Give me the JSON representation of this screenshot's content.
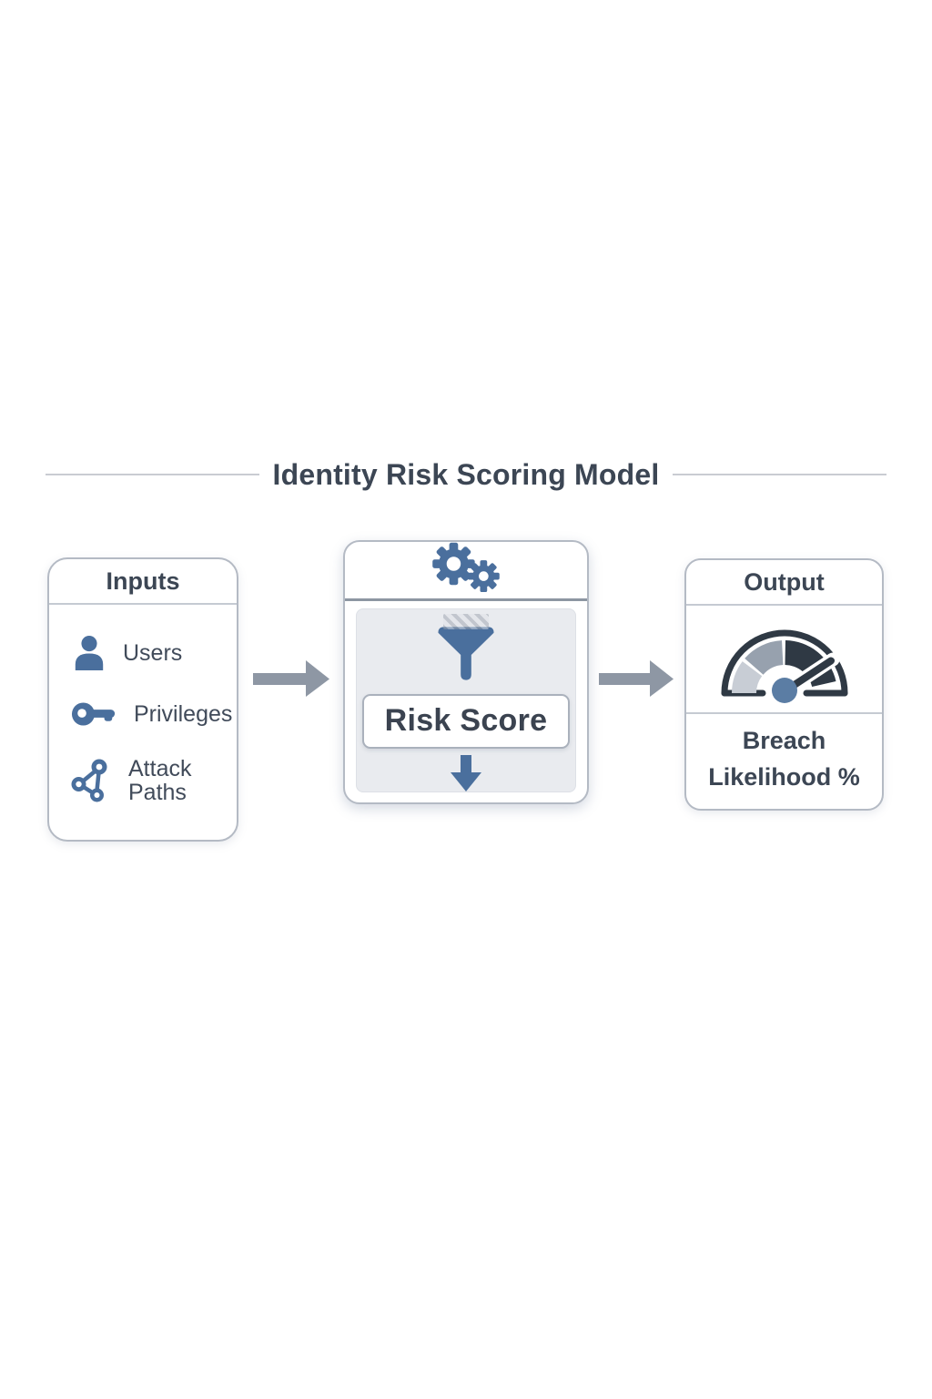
{
  "title": "Identity Risk Scoring Model",
  "colors": {
    "accent": "#4a6f9d",
    "arrow": "#8e97a4",
    "heading": "#3c4654",
    "label": "#414b5a",
    "border": "#b4bac4",
    "divider": "#c5cad2",
    "divider-strong": "#8d96a2",
    "panel": "#e9ebef",
    "gauge-dark": "#2f3944",
    "gauge-mid": "#97a1ae",
    "gauge-light": "#c8cdd5",
    "hub": "#5b7da4",
    "title-line": "#c9ccd2"
  },
  "inputs_box": {
    "title": "Inputs",
    "items": [
      {
        "icon": "user-icon",
        "label": "Users"
      },
      {
        "icon": "key-icon",
        "label": "Privileges"
      },
      {
        "icon": "attack-path-icon",
        "label": "Attack Paths"
      }
    ]
  },
  "process_box": {
    "icons": [
      "gears-icon",
      "faded-data-icon",
      "funnel-icon",
      "down-arrow-icon"
    ],
    "score_label": "Risk Score"
  },
  "output_box": {
    "title": "Output",
    "icon": "gauge-icon",
    "label": "Breach Likelihood %"
  },
  "flow": {
    "arrow_icon": "right-arrow-icon",
    "arrow_count": 2
  }
}
